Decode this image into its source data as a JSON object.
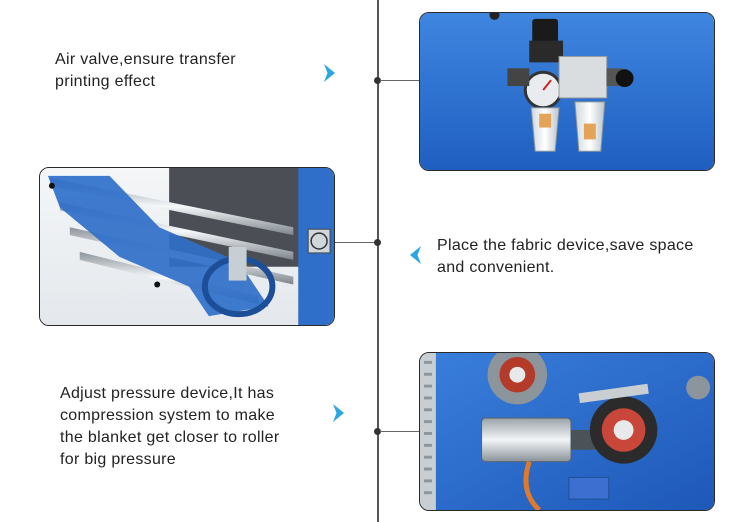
{
  "features": [
    {
      "text_lines": [
        "Air valve,ensure transfer",
        "printing effect"
      ]
    },
    {
      "text_lines": [
        "Place the fabric device,save space",
        "and convenient."
      ]
    },
    {
      "text_lines": [
        "Adjust pressure device,It has",
        "compression system to make",
        "the blanket get closer to roller",
        "for big pressure"
      ]
    }
  ],
  "colors": {
    "accent": "#29a7e1",
    "machine_blue": "#2f6fc9",
    "line": "#555555"
  },
  "icons": {
    "arrow_right": "chevron-right-icon",
    "arrow_left": "chevron-left-icon"
  }
}
